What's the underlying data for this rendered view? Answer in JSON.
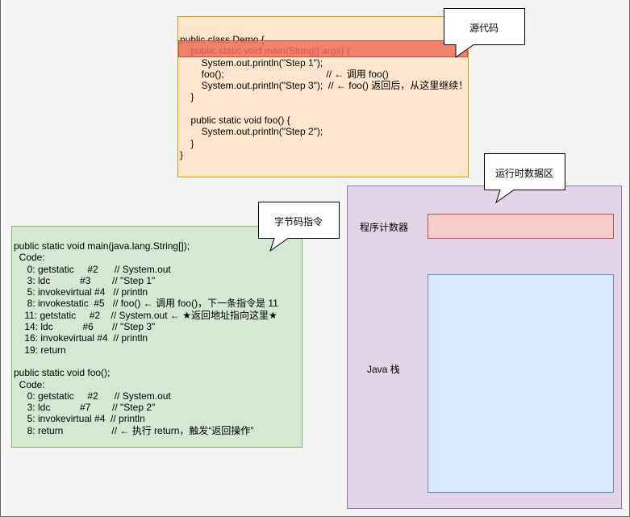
{
  "source_code": {
    "title": "源代码",
    "lines": [
      "public class Demo {",
      "    public static void main(String[] args) {",
      "        System.out.println(\"Step 1\");",
      "        foo();                                      // ← 调用 foo()",
      "        System.out.println(\"Step 3\");  // ← foo() 返回后，从这里继续！",
      "    }",
      "",
      "    public static void foo() {",
      "        System.out.println(\"Step 2\");",
      "    }",
      "}"
    ],
    "highlighted_line": "public static void main(String[] args) {"
  },
  "bytecode": {
    "title": "字节码指令",
    "lines": [
      "public static void main(java.lang.String[]);",
      "  Code:",
      "     0: getstatic     #2      // System.out",
      "     3: ldc           #3        // \"Step 1\"",
      "     5: invokevirtual #4   // println",
      "     8: invokestatic  #5   // foo() ← 调用 foo()，下一条指令是 11",
      "    11: getstatic     #2    // System.out ← ★返回地址指向这里★",
      "    14: ldc           #6       // \"Step 3\"",
      "    16: invokevirtual #4  // println",
      "    19: return",
      "",
      "public static void foo();",
      "  Code:",
      "     0: getstatic     #2      // System.out",
      "     3: ldc           #7        // \"Step 2\"",
      "     5: invokevirtual #4  // println",
      "     8: return                  // ← 执行 return，触发“返回操作”"
    ]
  },
  "runtime_data_area": {
    "title": "运行时数据区",
    "program_counter_label": "程序计数器",
    "java_stack_label": "Java 栈"
  },
  "colors": {
    "source_fill": "#ffe6cc",
    "source_stroke": "#d79b00",
    "highlight_fill": "#f07c6a",
    "bytecode_fill": "#d5e8d4",
    "bytecode_stroke": "#82b366",
    "runtime_fill": "#e1d5e7",
    "runtime_stroke": "#9673a6",
    "pc_fill": "#f8cecc",
    "pc_stroke": "#b85450",
    "stack_fill": "#dae8fc",
    "stack_stroke": "#6c8ebf"
  }
}
